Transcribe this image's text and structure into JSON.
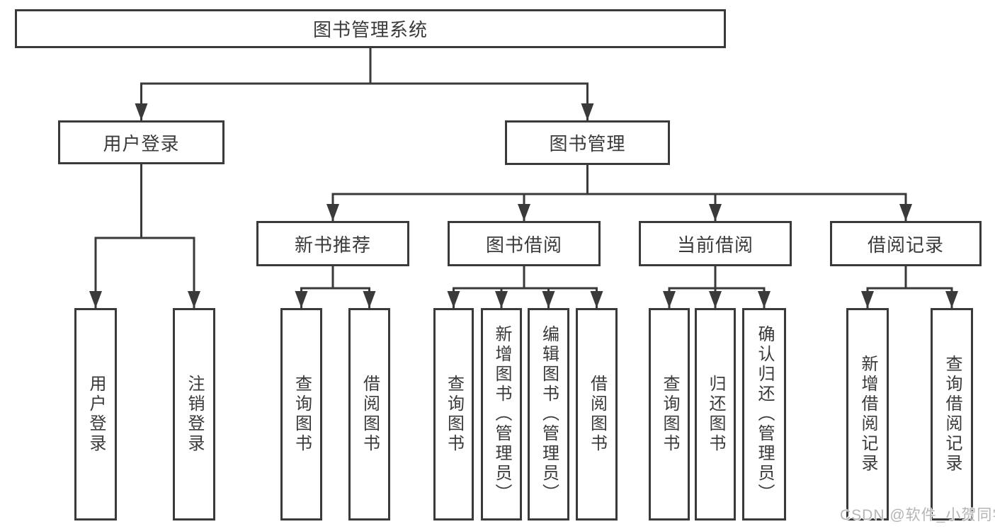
{
  "colors": {
    "background": "#ffffff",
    "line": "#3a3a3a",
    "text": "#3a3a3a",
    "watermark": "#b5b5b5"
  },
  "tree": {
    "root": {
      "label": "图书管理系统"
    },
    "branches": [
      {
        "label": "用户登录",
        "children": [
          {
            "label": "用户登录"
          },
          {
            "label": "注销登录"
          }
        ]
      },
      {
        "label": "图书管理",
        "children": [
          {
            "label": "新书推荐",
            "children": [
              {
                "label": "查询图书"
              },
              {
                "label": "借阅图书"
              }
            ]
          },
          {
            "label": "图书借阅",
            "children": [
              {
                "label": "查询图书"
              },
              {
                "label": "新增图书（管理员）"
              },
              {
                "label": "编辑图书（管理员）"
              },
              {
                "label": "借阅图书"
              }
            ]
          },
          {
            "label": "当前借阅",
            "children": [
              {
                "label": "查询图书"
              },
              {
                "label": "归还图书"
              },
              {
                "label": "确认归还（管理员）"
              }
            ]
          },
          {
            "label": "借阅记录",
            "children": [
              {
                "label": "新增借阅记录"
              },
              {
                "label": "查询借阅记录"
              }
            ]
          }
        ]
      }
    ]
  },
  "watermark": {
    "text": "CSDN @软件_小贺同学"
  }
}
